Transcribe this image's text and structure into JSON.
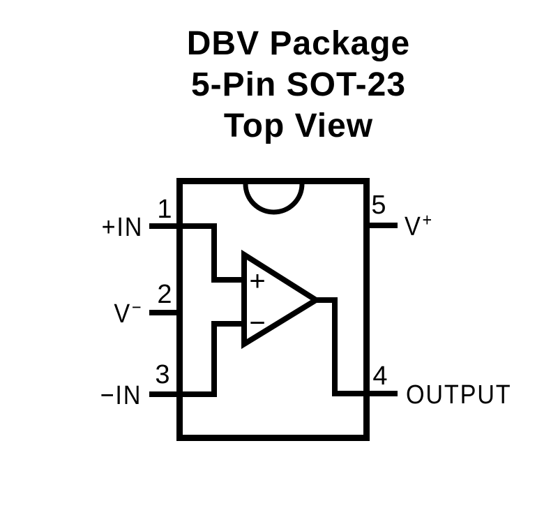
{
  "title": {
    "line1": "DBV Package",
    "line2": "5-Pin SOT-23",
    "line3": "Top View"
  },
  "package": {
    "type": "pinout-diagram",
    "pins": {
      "p1": {
        "number": "1",
        "label": "+IN",
        "side": "left"
      },
      "p2": {
        "number": "2",
        "base": "V",
        "sup": "−",
        "side": "left"
      },
      "p3": {
        "number": "3",
        "label": "−IN",
        "side": "left"
      },
      "p4": {
        "number": "4",
        "label": "OUTPUT",
        "side": "right"
      },
      "p5": {
        "number": "5",
        "base": "V",
        "sup": "+",
        "side": "right"
      }
    },
    "opamp": {
      "noninverting_sign": "+",
      "inverting_sign": "−"
    }
  },
  "colors": {
    "ink": "#000000",
    "background": "#ffffff"
  }
}
